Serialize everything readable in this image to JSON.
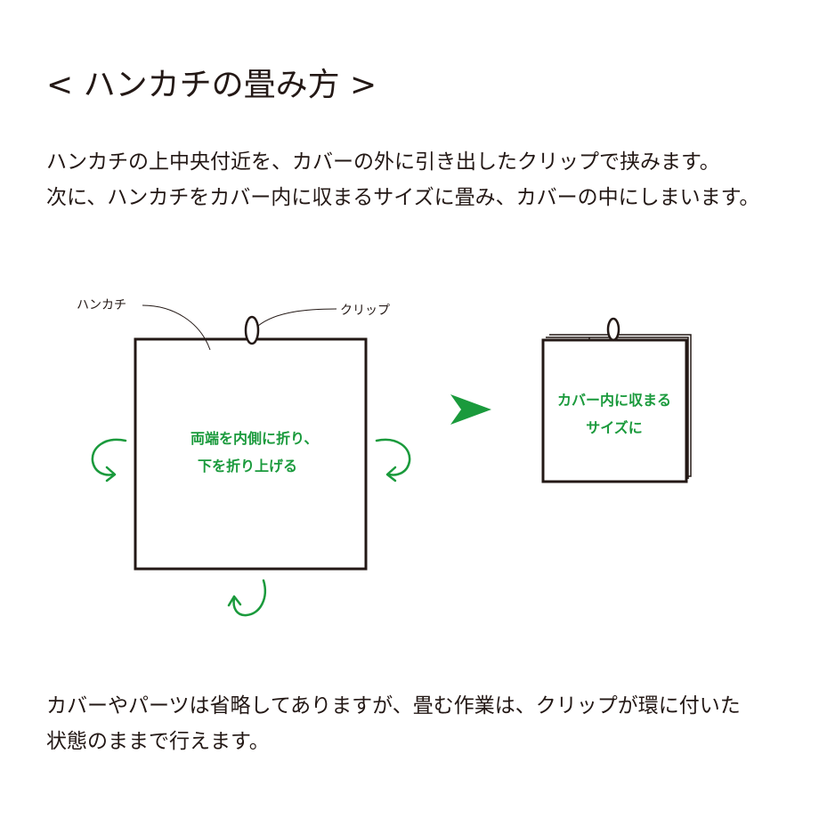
{
  "title": "< ハンカチの畳み方 >",
  "intro": [
    "ハンカチの上中央付近を、カバーの外に引き出したクリップで挟みます。",
    "次に、ハンカチをカバー内に収まるサイズに畳み、カバーの中にしまいます。"
  ],
  "diagram": {
    "label_handkerchief": "ハンカチ",
    "label_clip": "クリップ",
    "instruction": [
      "両端を内側に折り、",
      "下を折り上げる"
    ],
    "result": [
      "カバー内に収まる",
      "サイズに"
    ]
  },
  "note": [
    "カバーやパーツは省略してありますが、畳む作業は、クリップが環に付いた",
    "状態のままで行えます。"
  ],
  "colors": {
    "text": "#231815",
    "accent": "#1a9a3c",
    "line": "#231815"
  },
  "icons": [
    "arrow-curl-left-icon",
    "arrow-curl-right-icon",
    "arrow-curl-up-icon",
    "arrow-right-triangle-icon",
    "clip-icon"
  ]
}
